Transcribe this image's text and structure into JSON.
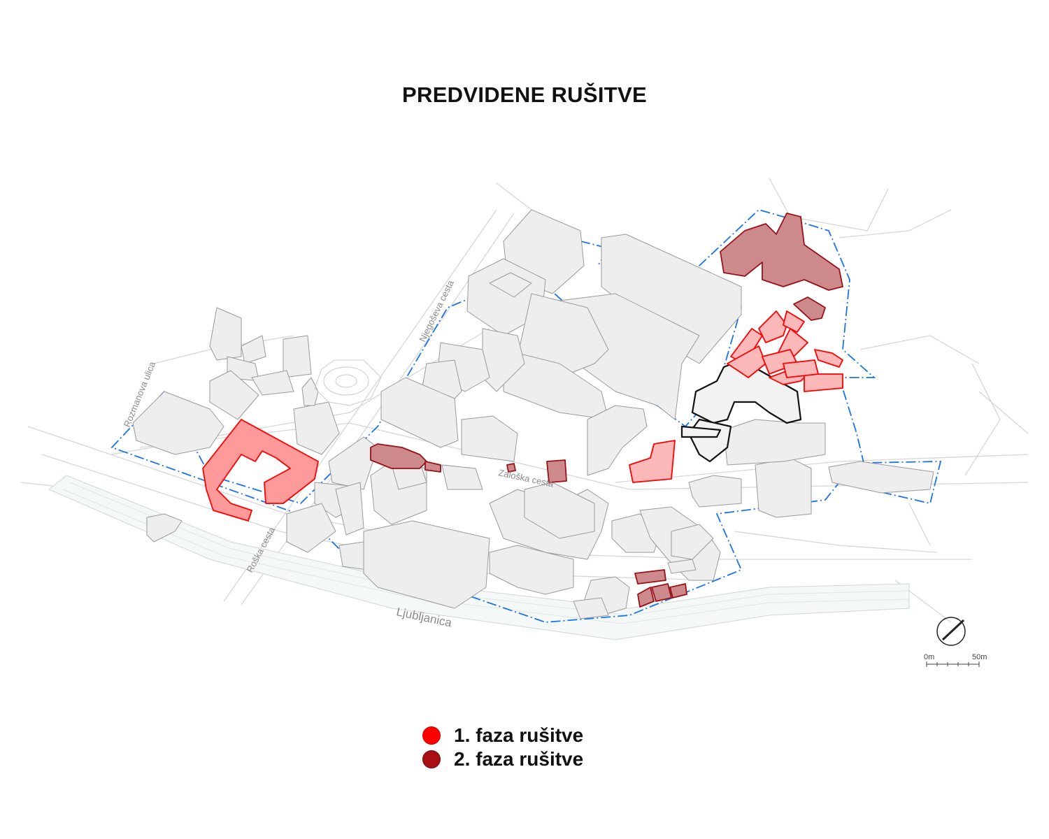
{
  "title": "PREDVIDENE RUŠITVE",
  "streets": {
    "rozmanova": "Rozmanova ulica",
    "njegoseva": "Njegoševa cesta",
    "zaloska": "Zaloška cesta",
    "roska": "Roška cesta"
  },
  "river": "Ljubljanica",
  "scale": {
    "start": "0m",
    "end": "50m"
  },
  "legend": [
    {
      "label": "1. faza rušitve",
      "color": "#ff0000"
    },
    {
      "label": "2. faza rušitve",
      "color": "#a80f13"
    }
  ],
  "colors": {
    "phase1_fill": "#fbb8b8",
    "phase1_stroke": "#ff0000",
    "phase2_fill": "#cc8a8c",
    "phase2_stroke": "#9b1017",
    "building_fill": "#eeeeee",
    "boundary": "#1a73e8"
  }
}
